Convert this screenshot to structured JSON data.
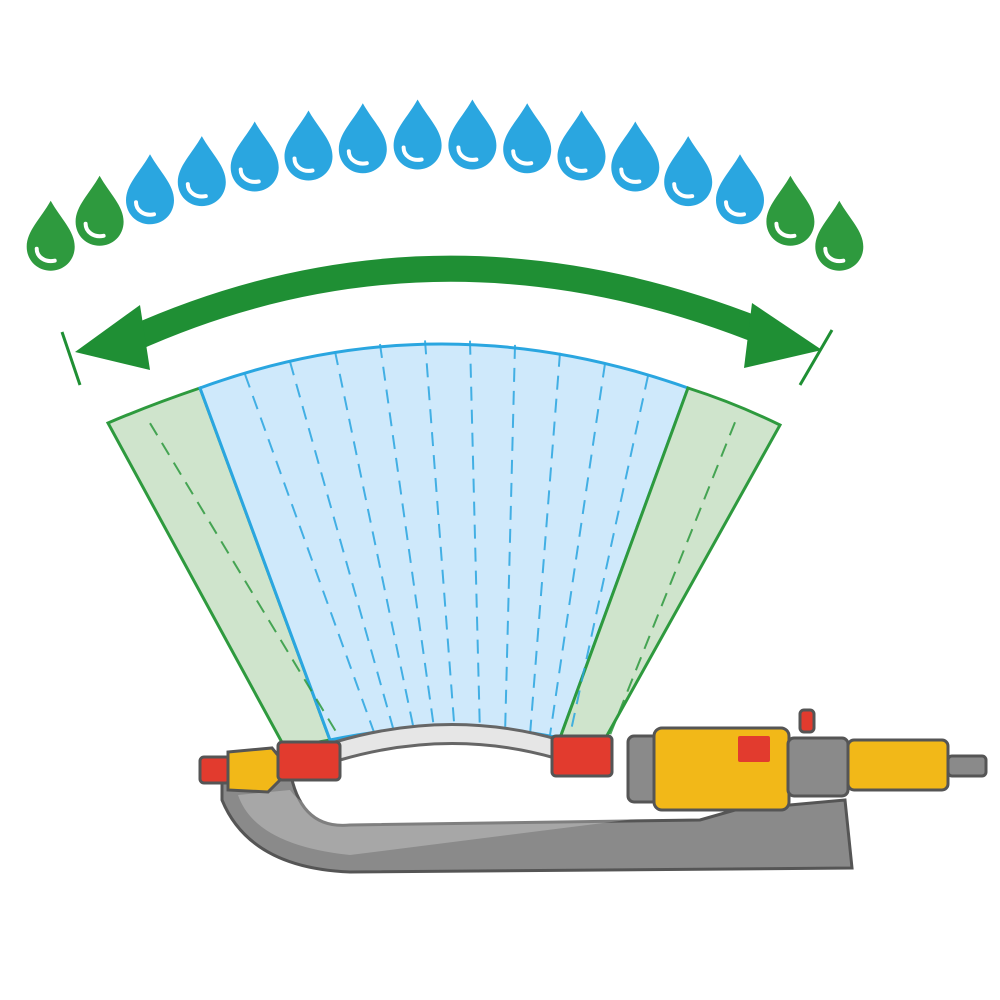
{
  "colors": {
    "background": "#ffffff",
    "drop_green": "#2e9a3e",
    "drop_blue": "#2aa6e0",
    "arrow_green": "#1f8f34",
    "fan_blue_fill": "#cfe9fb",
    "fan_blue_line": "#2aa6e0",
    "fan_green_fill": "#cfe4cc",
    "fan_green_line": "#2e9a3e",
    "sprinkler_gray": "#8a8a8a",
    "sprinkler_yellow": "#f2b818",
    "sprinkler_red": "#e23b2e"
  },
  "drops": {
    "total": 16,
    "pattern": [
      "green",
      "green",
      "blue",
      "blue",
      "blue",
      "blue",
      "blue",
      "blue",
      "blue",
      "blue",
      "blue",
      "blue",
      "blue",
      "blue",
      "green",
      "green"
    ]
  },
  "icons": {
    "drop": "water-drop-icon",
    "arrow": "double-headed-arc-arrow-icon",
    "device": "oscillating-sprinkler-icon"
  }
}
